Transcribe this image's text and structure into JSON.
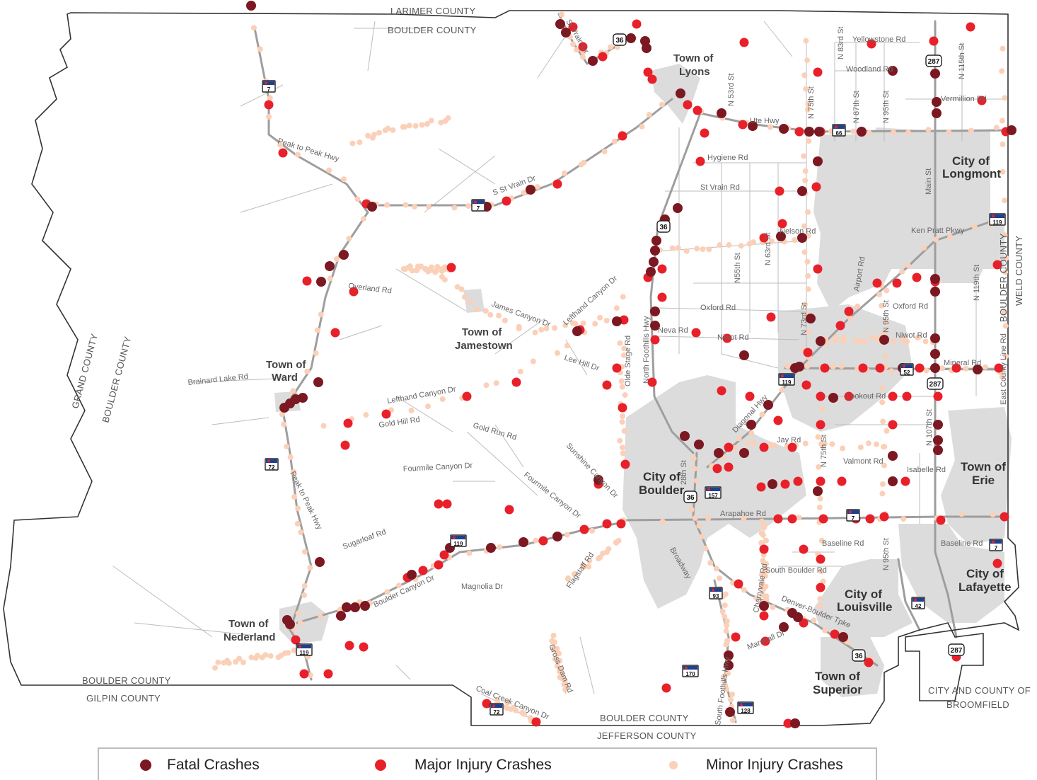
{
  "colors": {
    "fatal": "#7b1821",
    "major": "#e8202a",
    "minor": "#fbd0b8",
    "urban": "#dcdcdc",
    "road": "#a9a9a9",
    "boundary": "#333333"
  },
  "county_labels": {
    "larimer": "LARIMER COUNTY",
    "boulder_north": "BOULDER COUNTY",
    "grand": "GRAND COUNTY",
    "boulder_west": "BOULDER COUNTY",
    "boulder_east": "BOULDER COUNTY",
    "weld": "WELD COUNTY",
    "boulder_south_west": "BOULDER COUNTY",
    "gilpin": "GILPIN COUNTY",
    "boulder_south": "BOULDER COUNTY",
    "jefferson": "JEFFERSON COUNTY",
    "broomfield_1": "CITY AND COUNTY OF",
    "broomfield_2": "BROOMFIELD"
  },
  "places": {
    "lyons_1": "Town of",
    "lyons_2": "Lyons",
    "longmont_1": "City of",
    "longmont_2": "Longmont",
    "jamestown_1": "Town of",
    "jamestown_2": "Jamestown",
    "ward_1": "Town of",
    "ward_2": "Ward",
    "boulder_1": "City of",
    "boulder_2": "Boulder",
    "erie_1": "Town of",
    "erie_2": "Erie",
    "lafayette_1": "City of",
    "lafayette_2": "Lafayette",
    "louisville_1": "City of",
    "louisville_2": "Louisville",
    "nederland_1": "Town of",
    "nederland_2": "Nederland",
    "superior_1": "Town of",
    "superior_2": "Superior"
  },
  "roads": {
    "yellowstone": "Yellowstone Rd",
    "woodland": "Woodland Rd",
    "vermillion": "Vermillion Rd",
    "n83": "N 83rd St",
    "n115": "N 115th St",
    "n87": "N 87th St",
    "n95a": "N 95th St",
    "n75": "N 75th St",
    "n53": "N 53rd St",
    "ute": "Ute Hwy",
    "svrain_n": "St Vrain Dr",
    "peak_to_peak_n": "Peak to Peak Hwy",
    "hygiene": "Hygiene Rd",
    "svrain_rd": "St Vrain Rd",
    "s_svrain": "S St Vrain Dr",
    "main": "Main St",
    "kenpratt": "Ken Pratt Pkwy",
    "nelson": "Nelson Rd",
    "n55": "N55th St",
    "n63": "N 63rd St",
    "airport": "Airport Rd",
    "overland": "Overland Rd",
    "lefthand_n": "Lefthand Canyon Dr",
    "james": "James Canyon Dr",
    "n_foothills": "North Foothills Hwy",
    "oxford_1": "Oxford Rd",
    "oxford_2": "Oxford Rd",
    "n73": "N 73rd St",
    "n95b": "N 95th St",
    "n119": "N 119th St",
    "neva": "Neva Rd",
    "niwot_1": "Niwot Rd",
    "niwot_2": "Niwot Rd",
    "olde_stage": "Olde Stage Rd",
    "lee_hill": "Lee Hill Dr",
    "mineral": "Mineral Rd",
    "east_county": "East County Line Rd",
    "brainard": "Brainard Lake Rd",
    "lefthand_s": "Lefthand Canyon Dr",
    "lookout": "Lookout Rd",
    "n107": "N 107th St",
    "gold_hill": "Gold Hill Rd",
    "gold_run": "Gold Run Rd",
    "diagonal": "Diagonal Hwy",
    "jay": "Jay Rd",
    "n75b": "N 75th St",
    "fourmile": "Fourmile Canyon Dr",
    "sunshine": "Sunshine Canyon Dr",
    "fourmile_2": "Fourmile Canyon Dr",
    "valmont": "Valmont Rd",
    "isabelle": "Isabelle Rd",
    "peak_to_peak_s": "Peak to Peak Hwy",
    "st28": "28th St",
    "arapahoe": "Arapahoe Rd",
    "sugarloaf": "Sugarloaf Rd",
    "baseline_1": "Baseline Rd",
    "baseline_2": "Baseline Rd",
    "broadway": "Broadway",
    "s_boulder": "South Boulder Rd",
    "n95c": "N 95th St",
    "boulder_canyon": "Boulder Canyon Dr",
    "magnolia": "Magnolia Dr",
    "flagstaff": "Flagstaff Rd",
    "cherryvale": "Cherryvale Rd",
    "denver_boulder": "Denver-Boulder Tpke",
    "marshall": "Marshall Dr",
    "gross_dam": "Gross Dam Rd",
    "s_foothills": "South Foothills Hwy",
    "coal_creek": "Coal Creek Canyon Dr"
  },
  "shields": {
    "us36_n": "36",
    "sh7_w": "7",
    "sh66": "66",
    "us287_n": "287",
    "sh7_c": "7",
    "us36_c": "36",
    "sh119_e": "119",
    "sh72": "72",
    "sh119_m": "119",
    "sh52": "52",
    "us287_m": "287",
    "us36_b": "36",
    "sh157": "157",
    "sh7_e": "7",
    "sh7_f": "7",
    "sh119_w": "119",
    "sh93": "93",
    "sh42": "42",
    "us287_s": "287",
    "us36_s": "36",
    "sh119_n": "119",
    "sh170": "170",
    "sh72_s": "72",
    "sh128": "128"
  },
  "legend": {
    "fatal": "Fatal Crashes",
    "major": "Major Injury Crashes",
    "minor": "Minor Injury Crashes"
  }
}
